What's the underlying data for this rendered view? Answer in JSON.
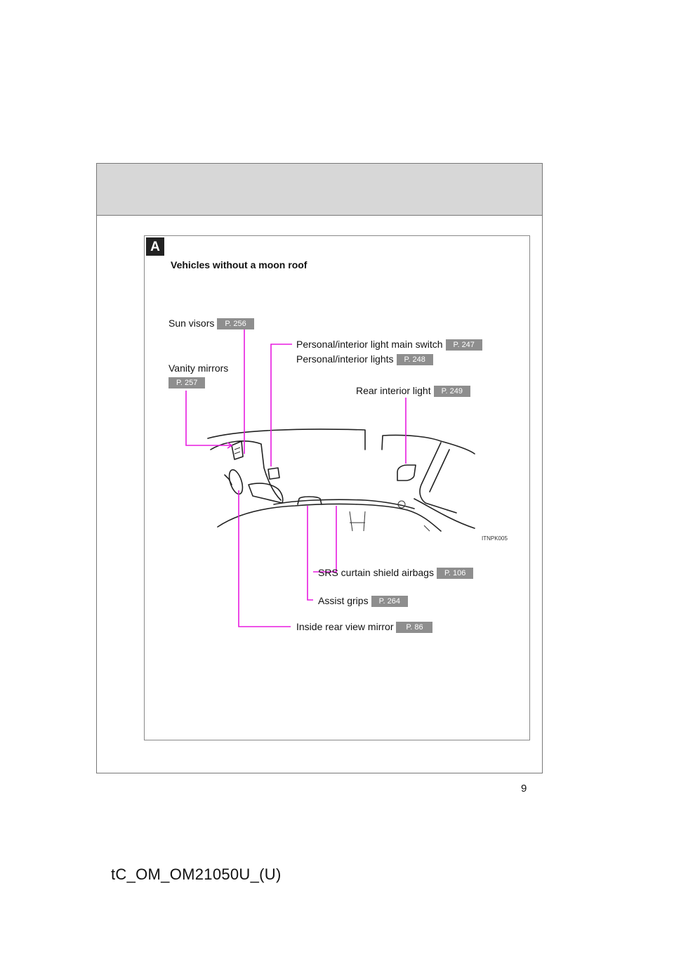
{
  "section": {
    "letter": "A",
    "title": "Vehicles without a moon roof"
  },
  "labels": {
    "sun_visors": {
      "text": "Sun visors",
      "page": "P. 256"
    },
    "personal_main_switch": {
      "text": "Personal/interior light main switch",
      "page": "P. 247"
    },
    "personal_lights": {
      "text": "Personal/interior lights",
      "page": "P. 248"
    },
    "vanity_mirrors": {
      "text": "Vanity mirrors",
      "page": "P. 257"
    },
    "rear_interior_light": {
      "text": "Rear interior light",
      "page": "P. 249"
    },
    "srs_airbags": {
      "text": "SRS curtain shield airbags",
      "page": "P. 106"
    },
    "assist_grips": {
      "text": "Assist grips",
      "page": "P. 264"
    },
    "inside_mirror": {
      "text": "Inside rear view mirror",
      "page": "P. 86"
    }
  },
  "illustration_code": "ITNPK005",
  "page_number": "9",
  "footer_code": "tC_OM_OM21050U_(U)",
  "colors": {
    "callout": "#e81be0",
    "page_ref_bg": "#8e8e8e",
    "header_band": "#d7d7d7"
  }
}
